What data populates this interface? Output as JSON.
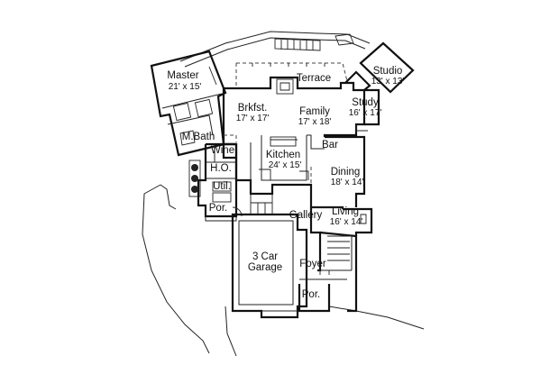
{
  "plan": {
    "rooms": [
      {
        "id": "master",
        "name": "Master",
        "size": "21' x 15'"
      },
      {
        "id": "terrace",
        "name": "Terrace",
        "size": ""
      },
      {
        "id": "studio",
        "name": "Studio",
        "size": "13' x 13'"
      },
      {
        "id": "study",
        "name": "Study",
        "size": "16' x 17'"
      },
      {
        "id": "brkfst",
        "name": "Brkfst.",
        "size": "17' x 17'"
      },
      {
        "id": "family",
        "name": "Family",
        "size": "17' x 18'"
      },
      {
        "id": "mbath",
        "name": "M.Bath",
        "size": ""
      },
      {
        "id": "wine",
        "name": "Wine",
        "size": ""
      },
      {
        "id": "bar",
        "name": "Bar",
        "size": ""
      },
      {
        "id": "kitchen",
        "name": "Kitchen",
        "size": "24' x 15'"
      },
      {
        "id": "ho",
        "name": "H.O.",
        "size": ""
      },
      {
        "id": "dining",
        "name": "Dining",
        "size": "18' x 14'"
      },
      {
        "id": "util",
        "name": "Util.",
        "size": ""
      },
      {
        "id": "por-side",
        "name": "Por.",
        "size": ""
      },
      {
        "id": "gallery",
        "name": "Gallery",
        "size": ""
      },
      {
        "id": "living",
        "name": "Living",
        "size": "16' x 14'"
      },
      {
        "id": "garage",
        "name": "3 Car",
        "size": "Garage"
      },
      {
        "id": "foyer",
        "name": "Foyer",
        "size": ""
      },
      {
        "id": "por-front",
        "name": "Por.",
        "size": ""
      }
    ]
  }
}
